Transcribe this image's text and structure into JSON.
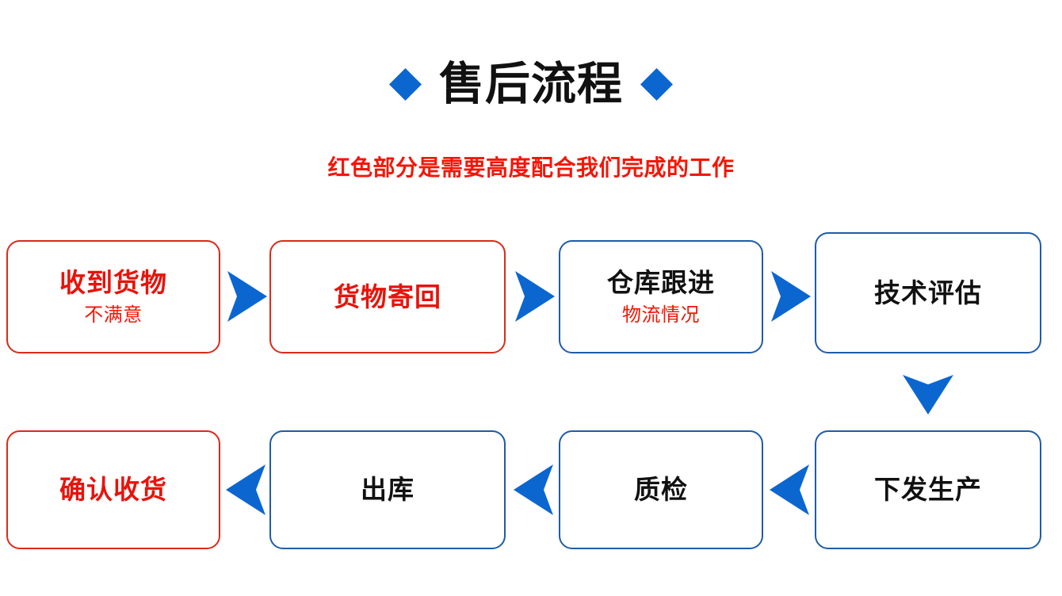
{
  "header": {
    "title": "售后流程",
    "left_diamond": "diamond-icon",
    "right_diamond": "diamond-icon",
    "subtitle": "红色部分是需要高度配合我们完成的工作"
  },
  "colors": {
    "accent_blue": "#0C66D0",
    "border_blue": "#1F5CA8",
    "border_red": "#DC2A1B",
    "text_red": "#E8130A",
    "subtitle_red": "#F51505",
    "text_black": "#111111",
    "background": "#FFFFFF"
  },
  "flow": {
    "nodes": [
      {
        "id": "n1",
        "title": "收到货物",
        "subtitle": "不满意",
        "border": "red",
        "title_color": "red",
        "row": 1,
        "col": 1
      },
      {
        "id": "n2",
        "title": "货物寄回",
        "subtitle": "",
        "border": "red",
        "title_color": "red",
        "row": 1,
        "col": 2
      },
      {
        "id": "n3",
        "title": "仓库跟进",
        "subtitle": "物流情况",
        "border": "blue",
        "title_color": "black",
        "row": 1,
        "col": 3
      },
      {
        "id": "n4",
        "title": "技术评估",
        "subtitle": "",
        "border": "blue",
        "title_color": "black",
        "row": 1,
        "col": 4
      },
      {
        "id": "n5",
        "title": "下发生产",
        "subtitle": "",
        "border": "blue",
        "title_color": "black",
        "row": 2,
        "col": 4
      },
      {
        "id": "n6",
        "title": "质检",
        "subtitle": "",
        "border": "blue",
        "title_color": "black",
        "row": 2,
        "col": 3
      },
      {
        "id": "n7",
        "title": "出库",
        "subtitle": "",
        "border": "blue",
        "title_color": "black",
        "row": 2,
        "col": 2
      },
      {
        "id": "n8",
        "title": "确认收货",
        "subtitle": "",
        "border": "red",
        "title_color": "red",
        "row": 2,
        "col": 1
      }
    ],
    "connectors": [
      {
        "id": "a1",
        "from": "n1",
        "to": "n2",
        "direction": "right"
      },
      {
        "id": "a2",
        "from": "n2",
        "to": "n3",
        "direction": "right"
      },
      {
        "id": "a3",
        "from": "n3",
        "to": "n4",
        "direction": "right"
      },
      {
        "id": "a4",
        "from": "n4",
        "to": "n5",
        "direction": "down"
      },
      {
        "id": "a5",
        "from": "n5",
        "to": "n6",
        "direction": "left"
      },
      {
        "id": "a6",
        "from": "n6",
        "to": "n7",
        "direction": "left"
      },
      {
        "id": "a7",
        "from": "n7",
        "to": "n8",
        "direction": "left"
      }
    ]
  }
}
